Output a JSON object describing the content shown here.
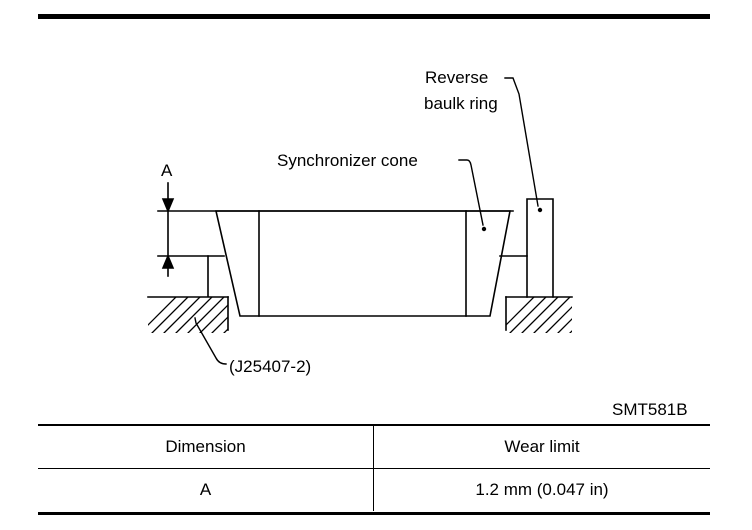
{
  "figure": {
    "labels": {
      "dimension_marker": "A",
      "reverse_baulk_ring_line1": "Reverse",
      "reverse_baulk_ring_line2": "baulk ring",
      "synchronizer_cone": "Synchronizer cone",
      "tool": "(J25407-2)",
      "figure_code": "SMT581B"
    }
  },
  "table": {
    "headers": [
      "Dimension",
      "Wear limit"
    ],
    "rows": [
      [
        "A",
        "1.2 mm (0.047 in)"
      ]
    ]
  }
}
